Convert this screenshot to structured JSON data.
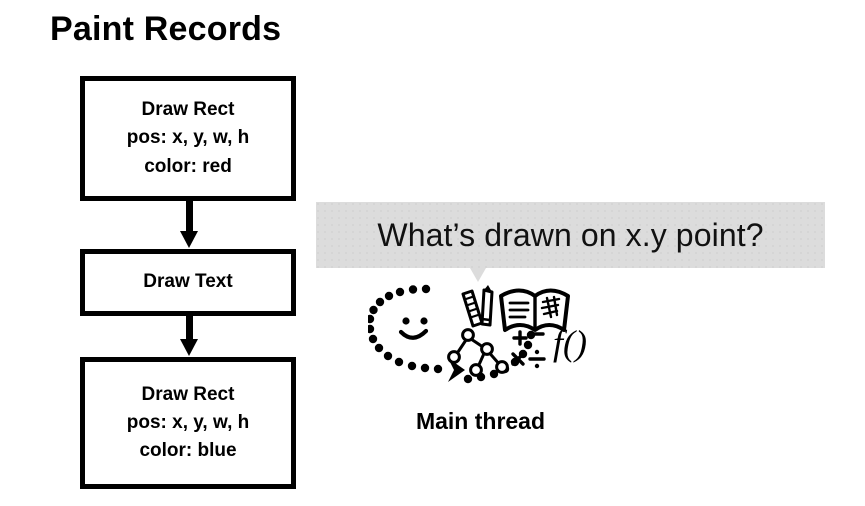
{
  "slide": {
    "title": "Paint Records",
    "background_color": "#ffffff",
    "text_color": "#000000"
  },
  "paint_records": {
    "boxes": [
      {
        "id": "record-box-1",
        "lines": [
          "Draw Rect",
          "pos: x, y, w, h",
          "color: red"
        ],
        "command": "Draw Rect",
        "pos": "pos: x, y, w, h",
        "color": "color: red"
      },
      {
        "id": "record-box-2",
        "lines": [
          "Draw Text"
        ],
        "command": "Draw Text"
      },
      {
        "id": "record-box-3",
        "lines": [
          "Draw Rect",
          "pos: x, y, w, h",
          "color: blue"
        ],
        "command": "Draw Rect",
        "pos": "pos: x, y, w, h",
        "color": "color: blue"
      }
    ],
    "arrows": [
      {
        "id": "flow-arrow-1",
        "from": "record-box-1",
        "to": "record-box-2",
        "direction": "down"
      },
      {
        "id": "flow-arrow-2",
        "from": "record-box-2",
        "to": "record-box-3",
        "direction": "down"
      }
    ]
  },
  "speech_bubble": {
    "text": "What’s drawn on x.y point?",
    "background_color": "#dcdcdc",
    "tail_direction": "down"
  },
  "illustration": {
    "label": "Main thread",
    "function_symbol": "f()",
    "math_symbols": [
      "+",
      "−",
      "×",
      "÷"
    ],
    "elements": [
      "dotted-loop-arrow",
      "smiley-face",
      "ruler",
      "pencil",
      "open-book",
      "tree-graph",
      "math-symbols",
      "function-notation"
    ]
  }
}
